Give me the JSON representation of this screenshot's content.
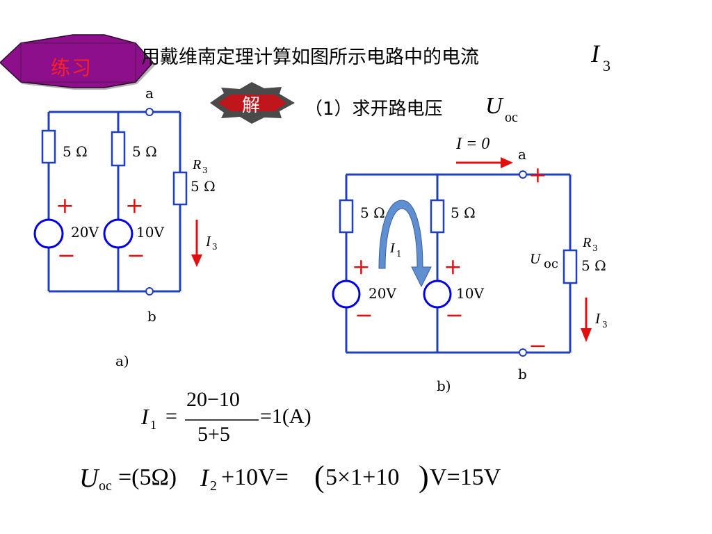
{
  "header": {
    "badge_label": "练习",
    "title_text": "用戴维南定理计算如图所示电路中的电流",
    "title_symbol": "I",
    "title_sub": "3"
  },
  "solution": {
    "badge_label": "解",
    "step_text": "（1）求开路电压",
    "step_symbol": "U",
    "step_sub": "oc"
  },
  "circuit_a": {
    "node_a": "a",
    "node_b": "b",
    "res1": "5 Ω",
    "res2": "5 Ω",
    "r3_symbol": "R",
    "r3_sub": "3",
    "r3_value": "5 Ω",
    "src1": "20V",
    "src2": "10V",
    "plus": "+",
    "minus": "−",
    "current_symbol": "I",
    "current_sub": "3",
    "caption": "a)"
  },
  "circuit_b": {
    "current_top": "I = 0",
    "node_a": "a",
    "node_b": "b",
    "res1": "5 Ω",
    "res2": "5 Ω",
    "r3_symbol": "R",
    "r3_sub": "3",
    "r3_value": "5 Ω",
    "src1": "20V",
    "src2": "10V",
    "loop_symbol": "I",
    "loop_sub": "1",
    "uoc_symbol": "U",
    "uoc_sub": "oc",
    "plus": "+",
    "minus": "−",
    "current_symbol": "I",
    "current_sub": "3",
    "caption": "b)"
  },
  "formula1": {
    "lhs": "I",
    "lhs_sub": "1",
    "eq": "=",
    "numerator": "20−10",
    "denominator": "5+5",
    "result": "=1(A)",
    "result_var": "A"
  },
  "formula2": {
    "lhs": "U",
    "lhs_sub": "oc",
    "part1": "=(5Ω)",
    "mid": "I",
    "mid_sub": "2",
    "part2": "+10V=",
    "paren_expr": "5×1+10",
    "part3": "V=15V"
  },
  "colors": {
    "badge_fill": "#8e0f8c",
    "badge_text": "#ff2020",
    "badge2_fill": "#c0151b",
    "badge2_spikes": "#555555",
    "wire": "#1f3fbf",
    "source_color": "#0000e0",
    "sign_color": "#e01010",
    "arrow_red": "#e01010",
    "loop_arrow": "#5f8fd0"
  }
}
